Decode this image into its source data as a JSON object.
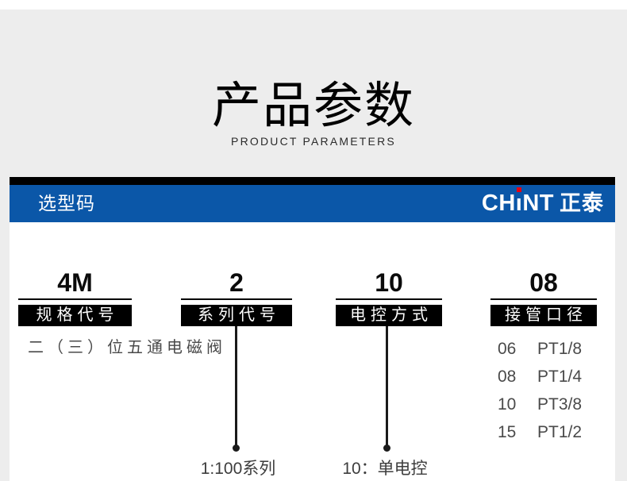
{
  "page": {
    "title": "产品参数",
    "subtitle": "PRODUCT PARAMETERS"
  },
  "section": {
    "title": "选型码",
    "brand": {
      "latin_pre": "CH",
      "latin_i": "ı",
      "latin_post": "NT",
      "cjk": "正泰",
      "dot_color": "#e60012"
    }
  },
  "colors": {
    "accent_blue": "#0b57a8",
    "bar_black": "#000000",
    "page_bg": "#ededed",
    "card_bg": "#ffffff"
  },
  "code_columns": [
    {
      "code": "4M",
      "label": "规格代号"
    },
    {
      "code": "2",
      "label": "系列代号"
    },
    {
      "code": "10",
      "label": "电控方式"
    },
    {
      "code": "08",
      "label": "接管口径"
    }
  ],
  "spec_note": "二（三）位五通电磁阀",
  "series_note": "1:100系列",
  "control_note": "10：单电控",
  "pipe_sizes": [
    {
      "code": "06",
      "size": "PT1/8"
    },
    {
      "code": "08",
      "size": "PT1/4"
    },
    {
      "code": "10",
      "size": "PT3/8"
    },
    {
      "code": "15",
      "size": "PT1/2"
    }
  ]
}
